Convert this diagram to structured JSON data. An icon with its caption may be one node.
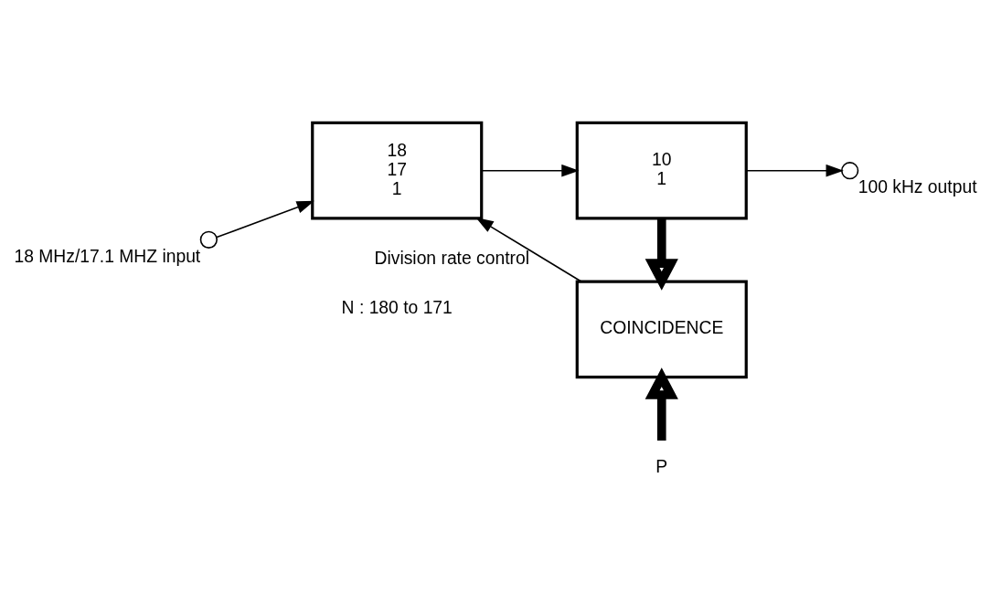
{
  "diagram": {
    "nodes": [
      {
        "text": [],
        "shape": "circle",
        "beside": [
          "18 MHz/17.1 MHZ input"
        ]
      },
      {
        "text": [
          "18",
          "17",
          "1"
        ]
      },
      {
        "text": [
          "10",
          "1"
        ]
      },
      {
        "text": [],
        "shape": "circle",
        "beside": [
          "100 kHz output"
        ]
      },
      {
        "text": [
          "COINCIDENCE"
        ]
      },
      {
        "text": [
          "P"
        ]
      }
    ],
    "edges": [
      {
        "from": 0,
        "to": 1,
        "arrow": "to"
      },
      {
        "from": 1,
        "to": 2,
        "arrow": "to"
      },
      {
        "from": 2,
        "to": 3,
        "arrow": "to"
      },
      {
        "from": 2,
        "to": 4,
        "arrow": "to",
        "style": "thick"
      },
      {
        "from": 5,
        "to": 4,
        "arrow": "to",
        "style": "thick"
      },
      {
        "from": 4,
        "to": 1,
        "arrow": "to",
        "label": "Division rate control"
      }
    ],
    "labels": [
      "N : 180 to 171"
    ]
  }
}
